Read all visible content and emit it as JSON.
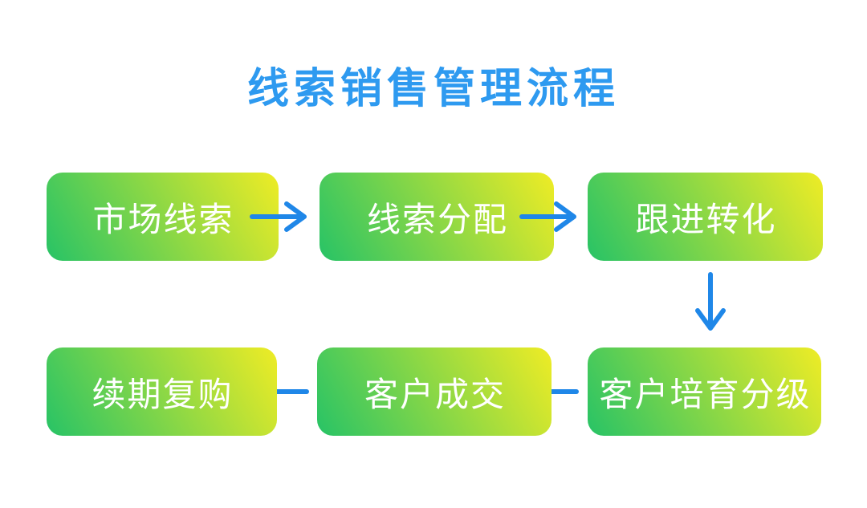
{
  "title": "线索销售管理流程",
  "boxes": [
    {
      "id": "market-leads",
      "label": "市场线索"
    },
    {
      "id": "lead-assignment",
      "label": "线索分配"
    },
    {
      "id": "follow-up-conversion",
      "label": "跟进转化"
    },
    {
      "id": "customer-nurturing-grading",
      "label": "客户培育分级"
    },
    {
      "id": "customer-deal",
      "label": "客户成交"
    },
    {
      "id": "renewal-repurchase",
      "label": "续期复购"
    }
  ],
  "arrows": [
    {
      "from": "市场线索",
      "to": "线索分配",
      "direction": "right"
    },
    {
      "from": "线索分配",
      "to": "跟进转化",
      "direction": "right"
    },
    {
      "from": "跟进转化",
      "to": "客户培育分级",
      "direction": "down"
    },
    {
      "from": "客户培育分级",
      "to": "客户成交",
      "direction": "left"
    },
    {
      "from": "客户成交",
      "to": "续期复购",
      "direction": "left"
    }
  ],
  "colors": {
    "title_text": "#2e9af0",
    "arrow": "#1f87e8",
    "box_gradient_start": "#27c366",
    "box_gradient_end": "#efec25",
    "box_text": "#ffffff",
    "background": "#ffffff"
  }
}
